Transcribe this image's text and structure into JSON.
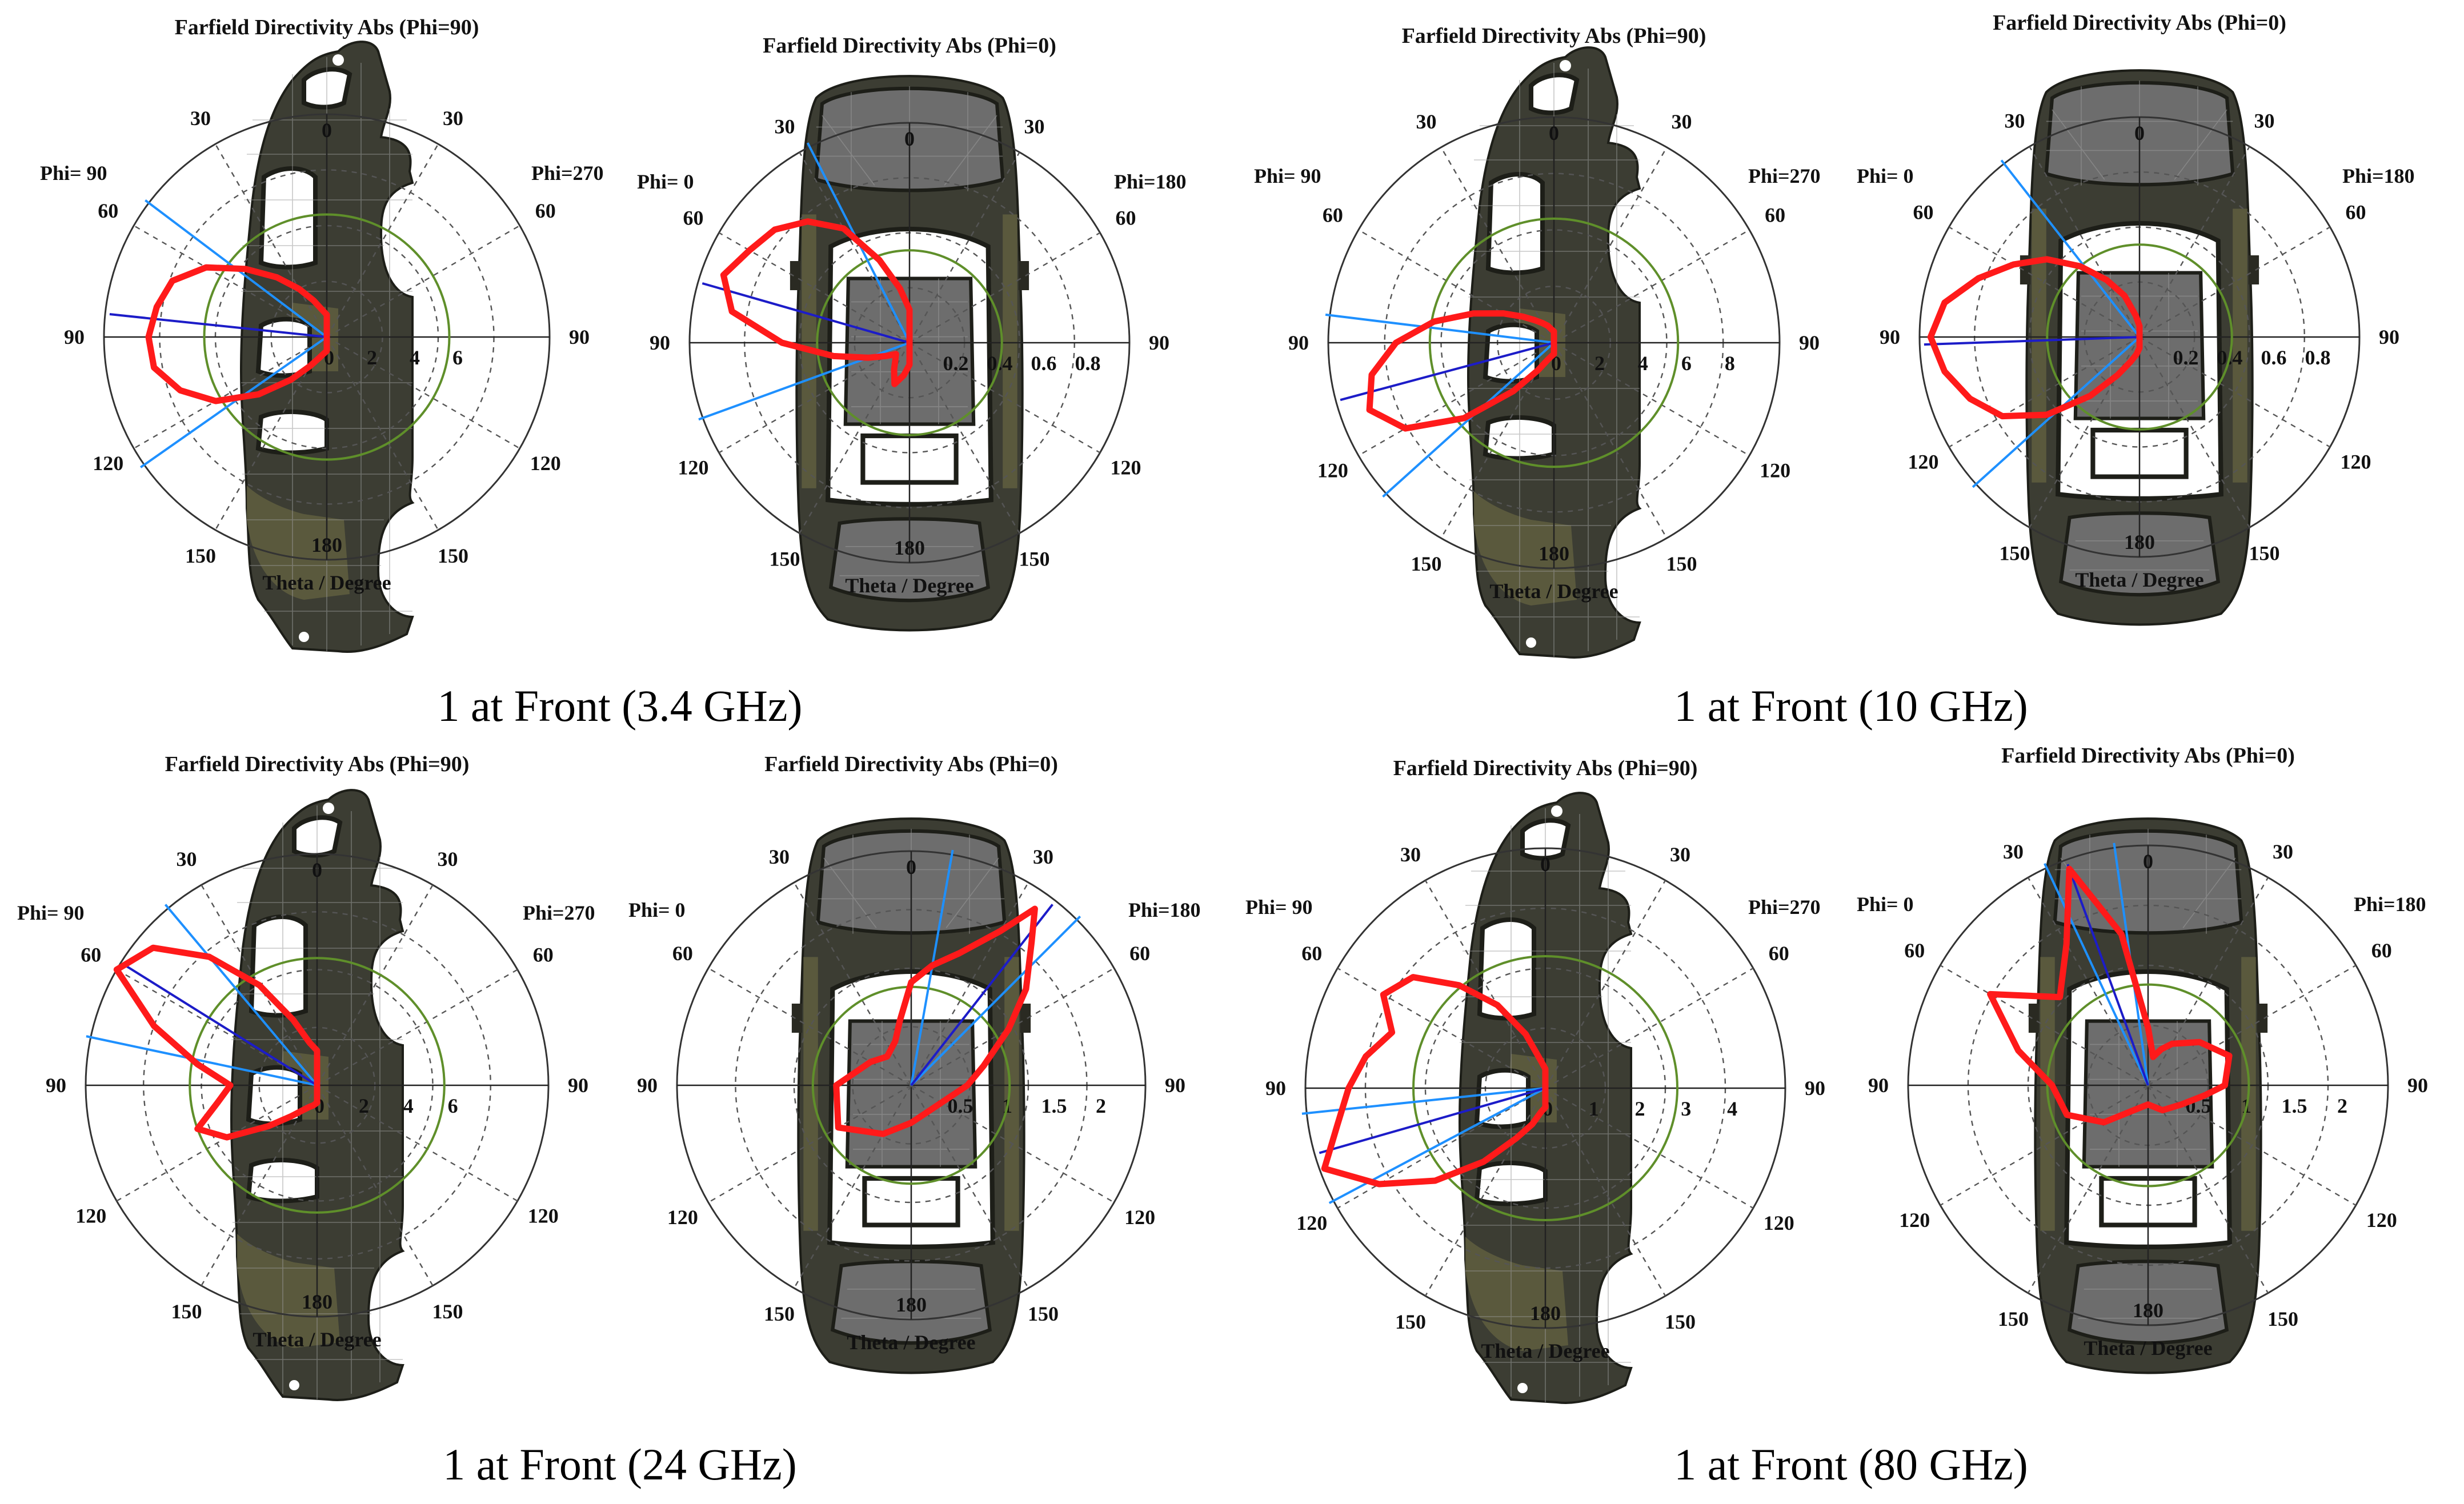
{
  "colors": {
    "pattern": "#ff1a1a",
    "beam_main": "#1c1cc8",
    "beam_lite": "#1e90ff",
    "green_ring": "#5f8f2a"
  },
  "captions": [
    "1 at Front (3.4 GHz)",
    "1 at Front (10 GHz)",
    "1 at Front (24 GHz)",
    "1 at Front (80 GHz)"
  ],
  "chart_data": [
    {
      "type": "polar",
      "title": "Farfield Directivity Abs (Phi=90)",
      "left_label": "Phi= 90",
      "right_label": "Phi=270",
      "xlabel": "Theta / Degree",
      "theta_labels": [
        "0",
        "30",
        "60",
        "90",
        "120",
        "150",
        "180",
        "30",
        "60",
        "90",
        "120",
        "150"
      ],
      "r_ticks": [
        "0",
        "2",
        "4",
        "6"
      ],
      "r_max": 8,
      "view": "side",
      "main_lobe_direction_deg": 84,
      "beam_edges_deg": [
        53,
        125
      ],
      "pattern": {
        "theta": [
          0,
          10,
          20,
          30,
          40,
          50,
          60,
          70,
          80,
          90,
          100,
          110,
          120,
          130,
          140,
          150,
          160,
          170,
          180
        ],
        "r": [
          0.8,
          1.0,
          1.4,
          2.0,
          2.8,
          3.8,
          5.0,
          5.9,
          6.2,
          6.4,
          6.3,
          5.6,
          4.6,
          3.2,
          2.0,
          1.2,
          0.8,
          0.6,
          0.5
        ]
      }
    },
    {
      "type": "polar",
      "title": "Farfield Directivity Abs (Phi=0)",
      "left_label": "Phi=  0",
      "right_label": "Phi=180",
      "xlabel": "Theta / Degree",
      "theta_labels": [
        "0",
        "30",
        "60",
        "90",
        "120",
        "150",
        "180",
        "30",
        "60",
        "90",
        "120",
        "150"
      ],
      "r_ticks": [
        "0.2",
        "0.4",
        "0.6",
        "0.8"
      ],
      "r_max": 1,
      "view": "top",
      "main_lobe_direction_deg": 74,
      "beam_edges_deg": [
        27,
        110
      ],
      "pattern": {
        "theta": [
          0,
          10,
          20,
          30,
          40,
          50,
          60,
          70,
          80,
          90,
          100,
          110,
          120,
          130,
          140,
          150,
          160,
          170,
          180
        ],
        "r": [
          0.15,
          0.25,
          0.4,
          0.6,
          0.72,
          0.8,
          0.84,
          0.9,
          0.82,
          0.58,
          0.35,
          0.2,
          0.12,
          0.08,
          0.1,
          0.14,
          0.2,
          0.15,
          0.1
        ]
      }
    },
    {
      "type": "polar",
      "title": "Farfield Directivity Abs (Phi=90)",
      "left_label": "Phi= 90",
      "right_label": "Phi=270",
      "xlabel": "Theta / Degree",
      "theta_labels": [
        "0",
        "30",
        "60",
        "90",
        "120",
        "150",
        "180",
        "30",
        "60",
        "90",
        "120",
        "150"
      ],
      "r_ticks": [
        "0",
        "2",
        "4",
        "6",
        "8"
      ],
      "r_max": 10,
      "view": "side",
      "main_lobe_direction_deg": 105,
      "beam_edges_deg": [
        83,
        132
      ],
      "pattern": {
        "theta": [
          0,
          10,
          20,
          30,
          40,
          50,
          60,
          70,
          80,
          90,
          100,
          110,
          120,
          130,
          140,
          150,
          160,
          170,
          180
        ],
        "r": [
          0.5,
          0.6,
          0.8,
          1.0,
          1.3,
          1.8,
          2.6,
          3.8,
          5.4,
          7.0,
          8.2,
          8.7,
          7.6,
          5.2,
          2.8,
          1.4,
          0.8,
          0.6,
          0.5
        ]
      }
    },
    {
      "type": "polar",
      "title": "Farfield Directivity Abs (Phi=0)",
      "left_label": "Phi=  0",
      "right_label": "Phi=180",
      "xlabel": "Theta / Degree",
      "theta_labels": [
        "0",
        "30",
        "60",
        "90",
        "120",
        "150",
        "180",
        "30",
        "60",
        "90",
        "120",
        "150"
      ],
      "r_ticks": [
        "0.2",
        "0.4",
        "0.6",
        "0.8"
      ],
      "r_max": 1,
      "view": "top",
      "main_lobe_direction_deg": 92,
      "beam_edges_deg": [
        38,
        132
      ],
      "pattern": {
        "theta": [
          0,
          10,
          20,
          30,
          40,
          50,
          60,
          70,
          80,
          90,
          100,
          110,
          120,
          130,
          140,
          150,
          160,
          170,
          180
        ],
        "r": [
          0.05,
          0.1,
          0.2,
          0.3,
          0.42,
          0.55,
          0.66,
          0.78,
          0.9,
          0.95,
          0.9,
          0.82,
          0.72,
          0.55,
          0.35,
          0.2,
          0.12,
          0.08,
          0.05
        ]
      }
    },
    {
      "type": "polar",
      "title": "Farfield Directivity Abs (Phi=90)",
      "left_label": "Phi= 90",
      "right_label": "Phi=270",
      "xlabel": "Theta / Degree",
      "theta_labels": [
        "0",
        "30",
        "60",
        "90",
        "120",
        "150",
        "180",
        "30",
        "60",
        "90",
        "120",
        "150"
      ],
      "r_ticks": [
        "0",
        "2",
        "4",
        "6"
      ],
      "r_max": 8,
      "view": "side",
      "main_lobe_direction_deg": 58,
      "beam_edges_deg": [
        40,
        78
      ],
      "pattern": {
        "theta": [
          0,
          10,
          20,
          30,
          40,
          50,
          60,
          70,
          80,
          90,
          100,
          110,
          120,
          130,
          140,
          150,
          160,
          170,
          180
        ],
        "r": [
          1.2,
          1.5,
          2.4,
          4.0,
          5.8,
          7.4,
          8.0,
          6.0,
          4.2,
          3.0,
          3.5,
          4.4,
          3.6,
          2.2,
          1.4,
          1.0,
          0.8,
          0.7,
          0.6
        ]
      }
    },
    {
      "type": "polar",
      "title": "Farfield Directivity Abs (Phi=0)",
      "left_label": "Phi=  0",
      "right_label": "Phi=180",
      "xlabel": "Theta / Degree",
      "theta_labels": [
        "0",
        "30",
        "60",
        "90",
        "120",
        "150",
        "180",
        "30",
        "60",
        "90",
        "120",
        "150"
      ],
      "r_ticks": [
        "0.5",
        "1",
        "1.5",
        "2"
      ],
      "r_max": 2.5,
      "view": "top",
      "main_lobe_direction_deg": -38,
      "beam_edges_deg": [
        -10,
        -45
      ],
      "pattern": {
        "theta": [
          -90,
          -75,
          -60,
          -50,
          -40,
          -35,
          -30,
          -20,
          -10,
          0,
          10,
          20,
          40,
          60,
          90,
          120,
          150,
          180
        ],
        "r": [
          0.6,
          0.8,
          1.2,
          1.6,
          2.0,
          2.3,
          1.9,
          1.5,
          1.3,
          1.1,
          0.7,
          0.5,
          0.4,
          0.5,
          0.8,
          0.9,
          0.6,
          0.4
        ]
      }
    },
    {
      "type": "polar",
      "title": "Farfield Directivity Abs (Phi=90)",
      "left_label": "Phi= 90",
      "right_label": "Phi=270",
      "xlabel": "Theta / Degree",
      "theta_labels": [
        "0",
        "30",
        "60",
        "90",
        "120",
        "150",
        "180",
        "30",
        "60",
        "90",
        "120",
        "150"
      ],
      "r_ticks": [
        "0",
        "1",
        "2",
        "3",
        "4"
      ],
      "r_max": 5,
      "view": "side",
      "main_lobe_direction_deg": 106,
      "beam_edges_deg": [
        96,
        118
      ],
      "pattern": {
        "theta": [
          0,
          10,
          20,
          30,
          40,
          50,
          60,
          70,
          80,
          90,
          100,
          110,
          120,
          130,
          140,
          150,
          160,
          170,
          180
        ],
        "r": [
          0.4,
          0.6,
          1.2,
          2.0,
          2.8,
          3.6,
          3.9,
          3.4,
          3.8,
          4.1,
          4.4,
          4.9,
          4.0,
          3.0,
          2.0,
          1.2,
          0.8,
          0.5,
          0.4
        ]
      }
    },
    {
      "type": "polar",
      "title": "Farfield Directivity Abs (Phi=0)",
      "left_label": "Phi=  0",
      "right_label": "Phi=180",
      "xlabel": "Theta / Degree",
      "theta_labels": [
        "0",
        "30",
        "60",
        "90",
        "120",
        "150",
        "180",
        "30",
        "60",
        "90",
        "120",
        "150"
      ],
      "r_ticks": [
        "0.5",
        "1",
        "1.5",
        "2"
      ],
      "r_max": 2.5,
      "view": "top",
      "main_lobe_direction_deg": 20,
      "beam_edges_deg": [
        8,
        25
      ],
      "pattern": {
        "theta": [
          -180,
          -150,
          -120,
          -100,
          -90,
          -70,
          -50,
          -30,
          -20,
          -10,
          0,
          10,
          20,
          30,
          45,
          60,
          75,
          90,
          110,
          130,
          150,
          180
        ],
        "r": [
          0.2,
          0.3,
          0.4,
          0.6,
          0.8,
          0.9,
          0.7,
          0.5,
          0.4,
          0.3,
          0.6,
          1.6,
          2.4,
          1.7,
          1.3,
          1.9,
          1.4,
          1.0,
          0.9,
          0.6,
          0.3,
          0.2
        ]
      }
    }
  ]
}
